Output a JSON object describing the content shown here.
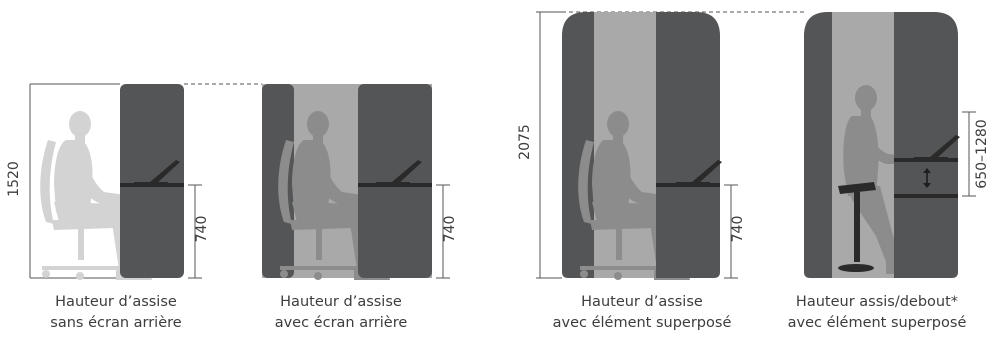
{
  "dimensions": {
    "d1520": "1520",
    "d740_a": "740",
    "d740_b": "740",
    "d2075": "2075",
    "d740_c": "740",
    "d650_1280": "650–1280"
  },
  "captions": [
    {
      "line1": "Hauteur d’assise",
      "line2": "sans écran arrière"
    },
    {
      "line1": "Hauteur d’assise",
      "line2": "avec écran arrière"
    },
    {
      "line1": "Hauteur d’assise",
      "line2": "avec élément superposé"
    },
    {
      "line1": "Hauteur assis/debout*",
      "line2": "avec élément superposé"
    }
  ],
  "colors": {
    "panel": "#545556",
    "screen": "#a9a9a9",
    "figure": "#d3d3d3",
    "figure_on_screen": "#8c8c8c",
    "desk": "#2a2a2a",
    "line": "#555555"
  },
  "icons": [
    "height-arrow-icon",
    "person-seated-icon",
    "person-standing-icon",
    "office-chair-icon",
    "stool-icon",
    "laptop-icon"
  ]
}
